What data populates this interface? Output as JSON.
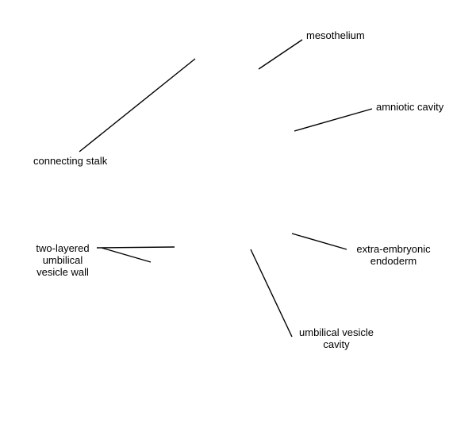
{
  "diagram": {
    "labels": {
      "mesothelium": "mesothelium",
      "amniotic_cavity": "amniotic cavity",
      "connecting_stalk": "connecting stalk",
      "two_layered_wall": [
        "two-layered",
        "umbilical",
        "vesicle wall"
      ],
      "extra_embryonic_endoderm": [
        "extra-embryonic",
        "endoderm"
      ],
      "umbilical_vesicle_cavity": [
        "umbilical vesicle",
        "cavity"
      ]
    },
    "colors": {
      "background": "#ffffff",
      "ink": "#000000"
    }
  }
}
